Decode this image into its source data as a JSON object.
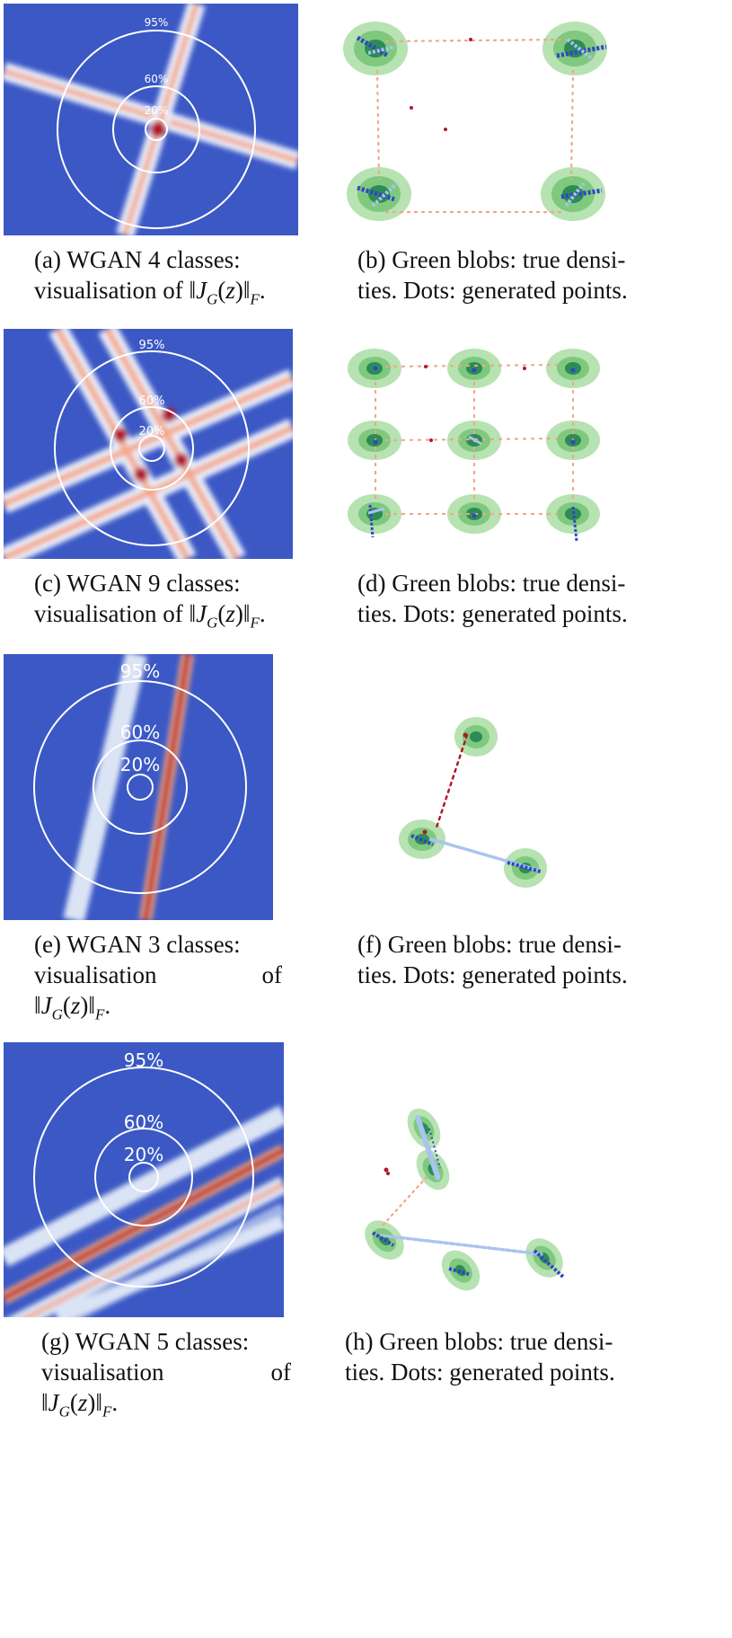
{
  "captions": {
    "a": {
      "lines": [
        "(a) WGAN 4 classes:",
        "visualisation of"
      ]
    },
    "b": {
      "lines": [
        "(b) Green blobs: true densi-",
        "ties. Dots: generated points."
      ]
    },
    "c": {
      "lines": [
        "(c) WGAN 9 classes:",
        "visualisation of"
      ]
    },
    "d": {
      "lines": [
        "(d) Green blobs: true densi-",
        "ties. Dots: generated points."
      ]
    },
    "e": {
      "lines": [
        "(e) WGAN 3 classes:",
        "visualisation",
        "of"
      ]
    },
    "f": {
      "lines": [
        "(f) Green blobs: true densi-",
        "ties. Dots: generated points."
      ]
    },
    "g": {
      "lines": [
        "(g) WGAN 5 classes:",
        "visualisation",
        "of"
      ]
    },
    "h": {
      "lines": [
        "(h) Green blobs: true densi-",
        "ties. Dots: generated points."
      ]
    }
  },
  "math": {
    "open": "‖",
    "J": "J",
    "sub_G": "G",
    "paren_open": "(",
    "z": "z",
    "paren_close": ")",
    "close": "‖",
    "sub_F": "F",
    "period": "."
  },
  "ring_labels": {
    "r95": "95%",
    "r60": "60%",
    "r20": "20%"
  },
  "colors": {
    "heat_bg": "#3b58c5",
    "ridge_red": "#b2182b",
    "ridge_salmon": "#f4a582",
    "ridge_pale": "#dbe4f5",
    "blob_light": "#b7e2b1",
    "blob_mid": "#7fc97f",
    "blob_dark": "#2e8b57",
    "dot_blue": "#3046c8",
    "dot_light": "#a9c4ee",
    "dot_salmon": "#f0a58a",
    "dot_red": "#b2182b"
  }
}
